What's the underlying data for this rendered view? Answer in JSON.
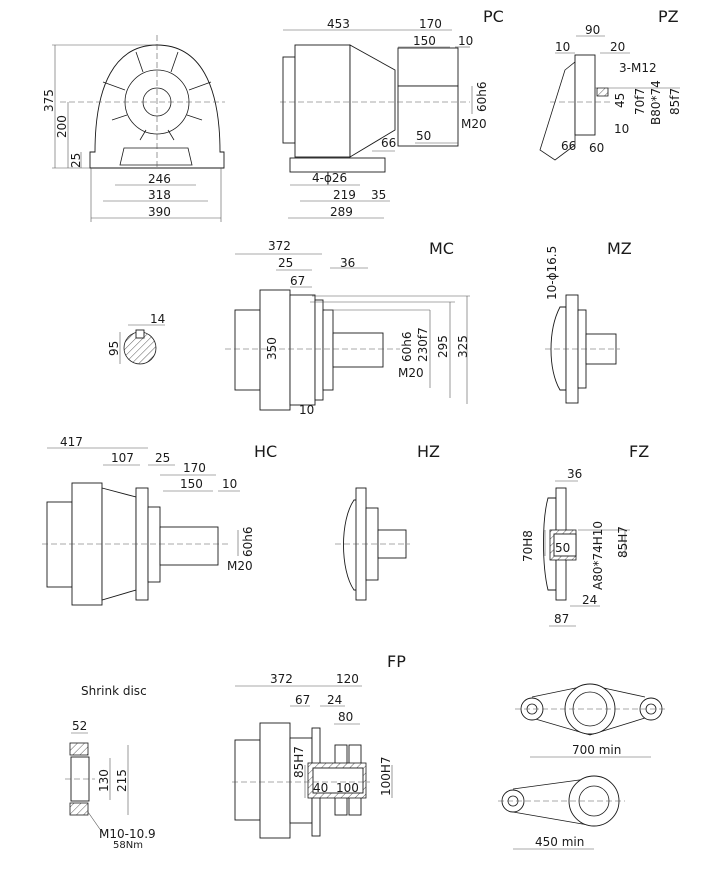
{
  "views": {
    "pc_front": {
      "dims": {
        "overall_height": "375",
        "center_height": "200",
        "base_thickness": "25",
        "foot_inner": "246",
        "foot_holes": "318",
        "foot_outer": "390"
      }
    },
    "pc": {
      "title": "PC",
      "dims": {
        "length": "453",
        "shaft_total": "170",
        "shaft_key": "150",
        "shaft_end": "10",
        "shaft_dia": "60h6",
        "thread": "M20",
        "thread_depth": "50",
        "flange_offset": "66",
        "holes": "4-ϕ26",
        "hole_spacing": "219",
        "foot_edge": "35",
        "foot_length": "289"
      }
    },
    "pz": {
      "title": "PZ",
      "dims": {
        "d90": "90",
        "d10a": "10",
        "d20": "20",
        "bolts": "3-M12",
        "d45": "45",
        "d70f7": "70f7",
        "spline": "B80*74",
        "d85f7": "85f7",
        "d10b": "10",
        "d66": "66",
        "d60": "60"
      }
    },
    "key_section": {
      "dims": {
        "key_width": "14",
        "key_height": "95"
      }
    },
    "mc": {
      "title": "MC",
      "dims": {
        "length": "372",
        "d25": "25",
        "d36": "36",
        "d67": "67",
        "body_dia": "350",
        "shaft_dia": "60h6",
        "spigot": "230f7",
        "pcd": "295",
        "flange_dia": "325",
        "thread": "M20",
        "flange_thk": "10"
      }
    },
    "mz": {
      "title": "MZ",
      "dims": {
        "holes": "10-ϕ16.5"
      }
    },
    "hc": {
      "title": "HC",
      "dims": {
        "length": "417",
        "d107": "107",
        "d25": "25",
        "shaft_total": "170",
        "shaft_key": "150",
        "shaft_end": "10",
        "shaft_dia": "60h6",
        "thread": "M20"
      }
    },
    "hz": {
      "title": "HZ"
    },
    "fz": {
      "title": "FZ",
      "dims": {
        "d36": "36",
        "bore": "70H8",
        "d50": "50",
        "spline": "A80*74H10",
        "d85h7": "85H7",
        "d24": "24",
        "d87": "87"
      }
    },
    "shrink_disc": {
      "title": "Shrink disc",
      "dims": {
        "width": "52",
        "inner": "130",
        "outer": "215",
        "bolt": "M10-10.9",
        "torque": "58Nm"
      }
    },
    "fp": {
      "title": "FP",
      "dims": {
        "length": "372",
        "d120": "120",
        "d67": "67",
        "d24": "24",
        "d80": "80",
        "d85h7": "85H7",
        "d40": "40",
        "d100": "100",
        "bore": "100H7"
      }
    },
    "torque_arm": {
      "dims": {
        "double_arm": "700 min",
        "single_arm": "450 min"
      }
    }
  }
}
